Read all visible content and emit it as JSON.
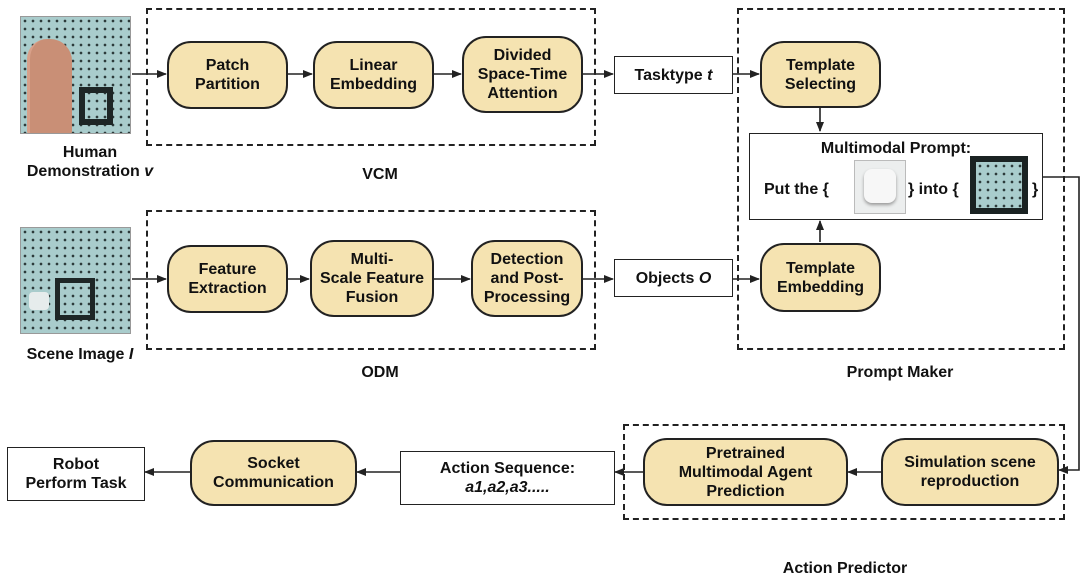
{
  "inputs": {
    "human_demo": {
      "line1": "Human",
      "line2": "Demonstration",
      "var": "v"
    },
    "scene_image": {
      "text": "Scene Image",
      "var": "I"
    }
  },
  "vcm": {
    "title": "VCM",
    "steps": [
      "Patch\nPartition",
      "Linear\nEmbedding",
      "Divided\nSpace-Time\nAttention"
    ]
  },
  "odm": {
    "title": "ODM",
    "steps": [
      "Feature\nExtraction",
      "Multi-\nScale Feature\nFusion",
      "Detection\nand Post-\nProcessing"
    ]
  },
  "tasktype": {
    "text": "Tasktype",
    "var": "t"
  },
  "objects": {
    "text": "Objects",
    "var": "O"
  },
  "prompt_maker": {
    "title": "Prompt Maker",
    "template_selecting": "Template\nSelecting",
    "template_embedding": "Template\nEmbedding",
    "multimodal_prompt": {
      "title": "Multimodal Prompt:",
      "part1": "Put the {",
      "part2": "} into {",
      "part3": "}"
    }
  },
  "action_predictor": {
    "title": "Action Predictor",
    "simulation": "Simulation scene\nreproduction",
    "pretrained": "Pretrained\nMultimodal Agent\nPrediction"
  },
  "action_sequence": {
    "line1": "Action Sequence:",
    "line2": "a1,a2,a3....."
  },
  "socket": "Socket\nCommunication",
  "robot": "Robot\nPerform Task",
  "colors": {
    "node_fill": "#f5e3b1",
    "border": "#222222",
    "background": "#ffffff"
  }
}
